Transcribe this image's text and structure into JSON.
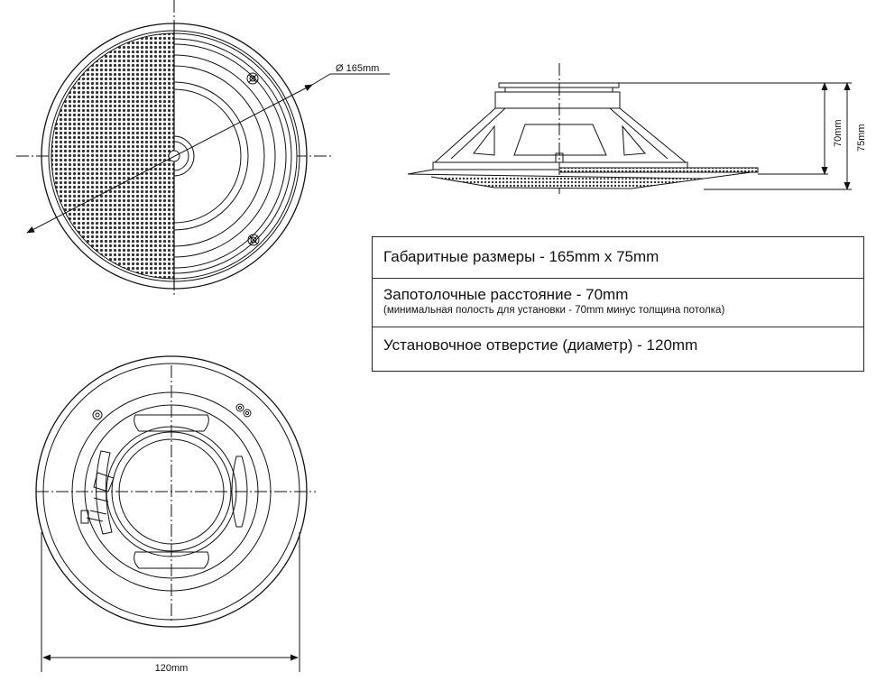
{
  "dimensions": {
    "diameter": "Ø 165mm",
    "depth_inner": "70mm",
    "depth_total": "75mm",
    "cutout": "120mm"
  },
  "specs": [
    {
      "text": "Габаритные размеры - 165mm x 75mm",
      "note": ""
    },
    {
      "text": "Запотолочные расстояние - 70mm",
      "note": "(минимальная полость для установки - 70mm минус толщина потолка)"
    },
    {
      "text": "Установочное отверстие (диаметр) - 120mm",
      "note": ""
    }
  ]
}
